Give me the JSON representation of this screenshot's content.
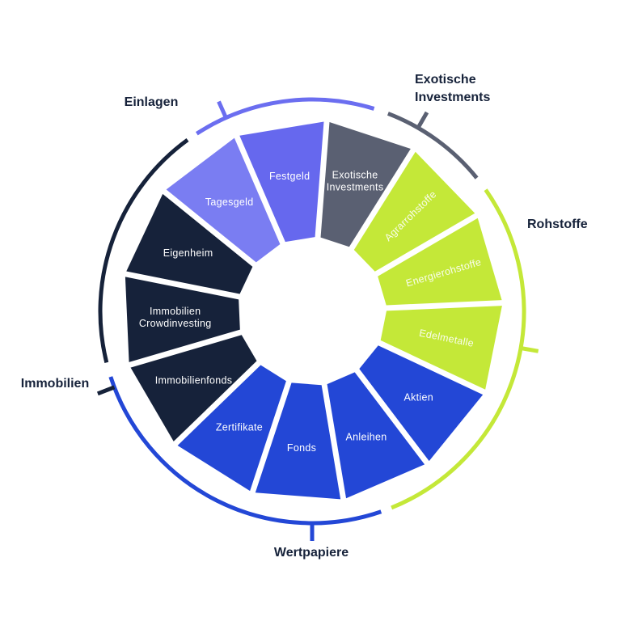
{
  "colors": {
    "einlagen": "#6b6ef0",
    "einlagen_light": "#7a7df2",
    "exotic": "#5a6072",
    "rohstoffe": "#c4e838",
    "immobilien": "#16223a",
    "wertpapiere": "#2347d6",
    "background": "#ffffff"
  },
  "groups": [
    {
      "key": "einlagen",
      "label": "Einlagen",
      "color": "#6b6ef0"
    },
    {
      "key": "exotic",
      "label": "Exotische Investments",
      "color": "#5a6072"
    },
    {
      "key": "rohstoffe",
      "label": "Rohstoffe",
      "color": "#c4e838"
    },
    {
      "key": "wertpapiere",
      "label": "Wertpapiere",
      "color": "#2347d6"
    },
    {
      "key": "immobilien",
      "label": "Immobilien",
      "color": "#16223a"
    }
  ],
  "segments": [
    {
      "label": "Festgeld",
      "group": "einlagen",
      "color": "#6668ee"
    },
    {
      "label": "Exotische Investments",
      "group": "exotic",
      "color": "#5a6072"
    },
    {
      "label": "Agrarrohstoffe",
      "group": "rohstoffe",
      "color": "#c4e838"
    },
    {
      "label": "Energierohstoffe",
      "group": "rohstoffe",
      "color": "#c4e838"
    },
    {
      "label": "Edelmetalle",
      "group": "rohstoffe",
      "color": "#c4e838"
    },
    {
      "label": "Aktien",
      "group": "wertpapiere",
      "color": "#2347d6"
    },
    {
      "label": "Anleihen",
      "group": "wertpapiere",
      "color": "#2347d6"
    },
    {
      "label": "Fonds",
      "group": "wertpapiere",
      "color": "#2347d6"
    },
    {
      "label": "Zertifikate",
      "group": "wertpapiere",
      "color": "#2347d6"
    },
    {
      "label": "Immobilienfonds",
      "group": "immobilien",
      "color": "#16223a"
    },
    {
      "label": "Immobilien Crowdinvesting",
      "group": "immobilien",
      "color": "#16223a"
    },
    {
      "label": "Eigenheim",
      "group": "immobilien",
      "color": "#16223a"
    },
    {
      "label": "Tagesgeld",
      "group": "einlagen",
      "color": "#7a7df2"
    }
  ]
}
